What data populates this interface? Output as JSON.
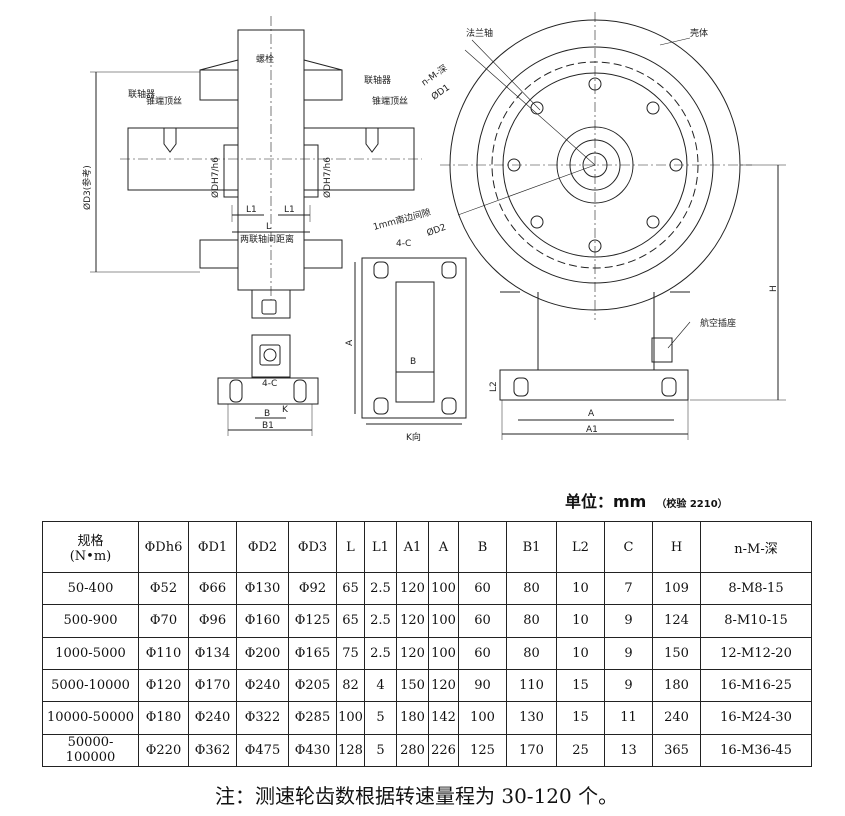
{
  "drawing": {
    "labels": {
      "coupling_left": "联轴器",
      "cone_screw_left": "锥端顶丝",
      "bolt": "螺栓",
      "coupling_right": "联轴器",
      "cone_screw_right": "锥端顶丝",
      "d3_ref": "ØD3(参考)",
      "dh_left": "ØDH7/h6",
      "dh_right": "ØDH7/h6",
      "l1_left": "L1",
      "l1_right": "L1",
      "l": "L",
      "shaft_distance": "两联轴间距离",
      "four_c_bottom": "4-C",
      "b_left": "B",
      "k_mark": "K",
      "b1_left": "B1",
      "four_c_top": "4-C",
      "a_mid": "A",
      "b_mid": "B",
      "k_view": "K向",
      "flange_shaft": "法兰轴",
      "housing": "壳体",
      "nm_depth": "n-M-深",
      "d1": "ØD1",
      "gap": "1mm南边间隙",
      "d2": "ØD2",
      "h": "H",
      "connector": "航空插座",
      "l2": "L2",
      "a_right": "A",
      "a1_right": "A1"
    }
  },
  "units": {
    "label": "单位：mm",
    "note": "（校验 2210）"
  },
  "table": {
    "headers": [
      "规格\n(N•m)",
      "ΦDh6",
      "ΦD1",
      "ΦD2",
      "ΦD3",
      "L",
      "L1",
      "A1",
      "A",
      "B",
      "B1",
      "L2",
      "C",
      "H",
      "n-M-深"
    ],
    "rows": [
      [
        "50-400",
        "Φ52",
        "Φ66",
        "Φ130",
        "Φ92",
        "65",
        "2.5",
        "120",
        "100",
        "60",
        "80",
        "10",
        "7",
        "109",
        "8-M8-15"
      ],
      [
        "500-900",
        "Φ70",
        "Φ96",
        "Φ160",
        "Φ125",
        "65",
        "2.5",
        "120",
        "100",
        "60",
        "80",
        "10",
        "9",
        "124",
        "8-M10-15"
      ],
      [
        "1000-5000",
        "Φ110",
        "Φ134",
        "Φ200",
        "Φ165",
        "75",
        "2.5",
        "120",
        "100",
        "60",
        "80",
        "10",
        "9",
        "150",
        "12-M12-20"
      ],
      [
        "5000-10000",
        "Φ120",
        "Φ170",
        "Φ240",
        "Φ205",
        "82",
        "4",
        "150",
        "120",
        "90",
        "110",
        "15",
        "9",
        "180",
        "16-M16-25"
      ],
      [
        "10000-50000",
        "Φ180",
        "Φ240",
        "Φ322",
        "Φ285",
        "100",
        "5",
        "180",
        "142",
        "100",
        "130",
        "15",
        "11",
        "240",
        "16-M24-30"
      ],
      [
        "50000-100000",
        "Φ220",
        "Φ362",
        "Φ475",
        "Φ430",
        "128",
        "5",
        "280",
        "226",
        "125",
        "170",
        "25",
        "13",
        "365",
        "16-M36-45"
      ]
    ]
  },
  "note": "注：测速轮齿数根据转速量程为 30-120 个。"
}
